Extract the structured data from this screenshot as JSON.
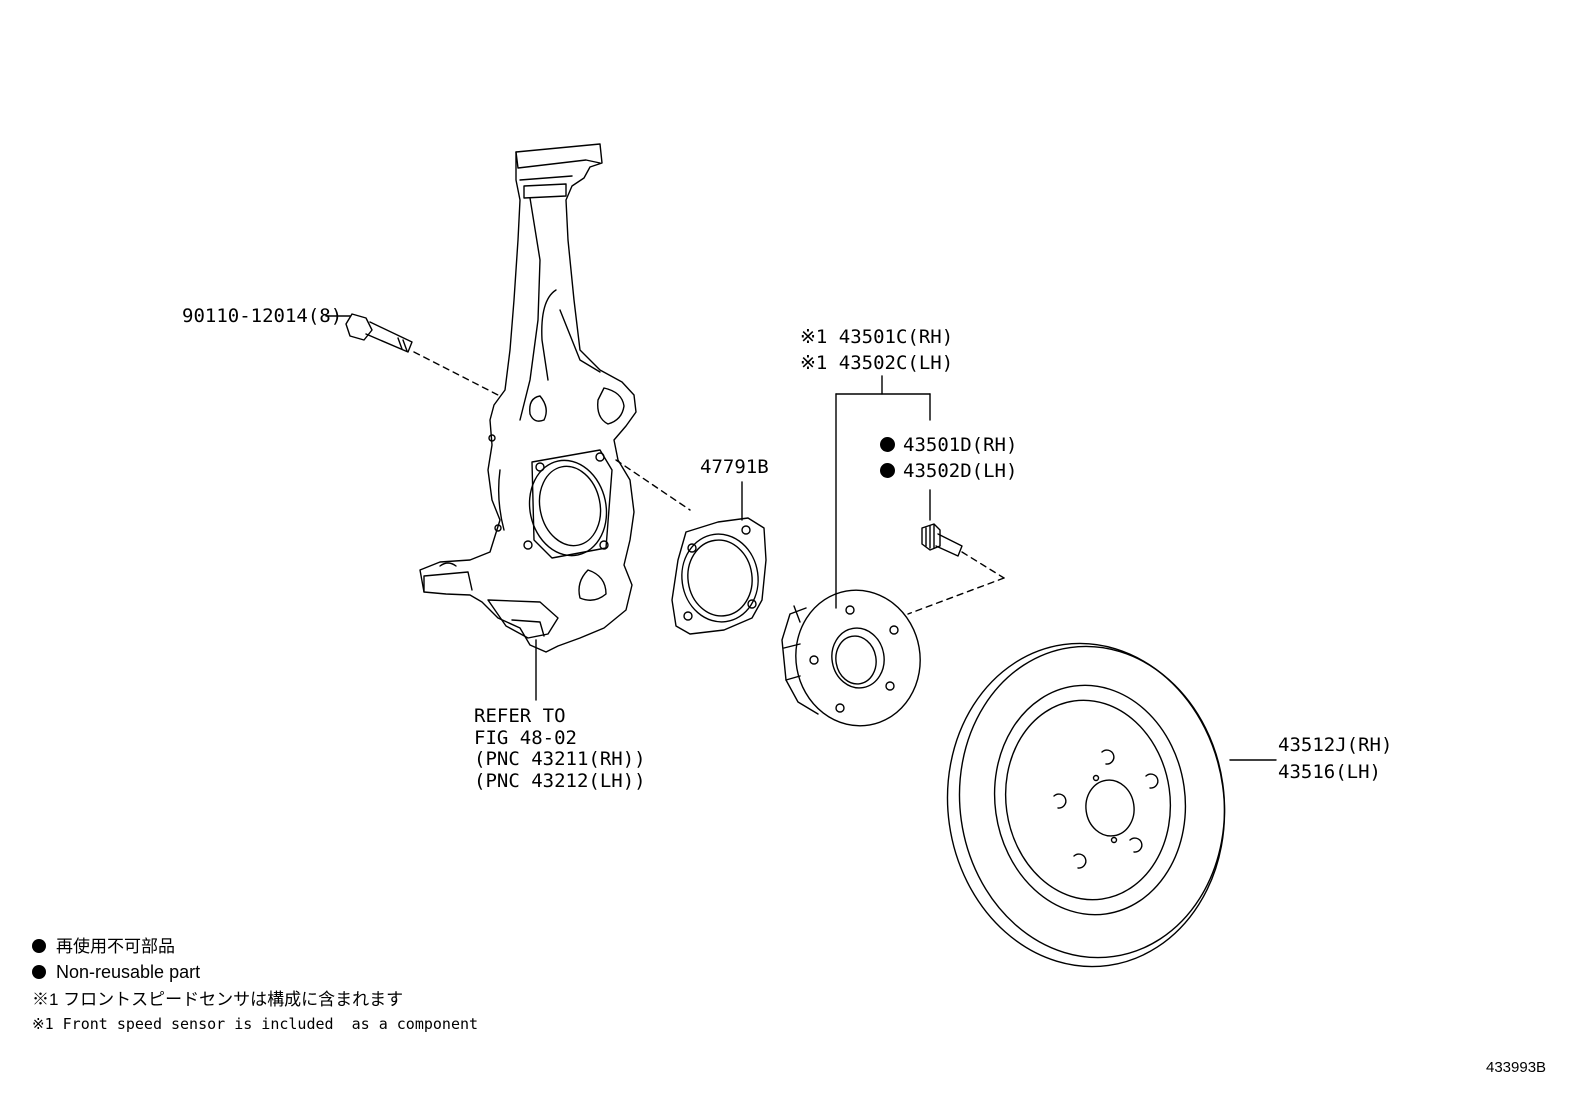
{
  "callouts": {
    "bolt": "90110-12014(8)",
    "hub_rh": "※1 43501C(RH)",
    "hub_lh": "※1 43502C(LH)",
    "stud_rh": "43501D(RH)",
    "stud_lh": "43502D(LH)",
    "seal": "47791B",
    "disc_rh": "43512J(RH)",
    "disc_lh": "43516(LH)"
  },
  "knuckle_ref": [
    "REFER TO",
    "FIG 48-02",
    "(PNC 43211(RH))",
    "(PNC 43212(LH))"
  ],
  "legend": {
    "non_reusable_jp": "再使用不可部品",
    "non_reusable_en": "Non-reusable part",
    "note_jp": "※1 フロントスピードセンサは構成に含まれます",
    "note_en": "※1 Front speed sensor is included  as a component"
  },
  "figure_id": "433993B"
}
